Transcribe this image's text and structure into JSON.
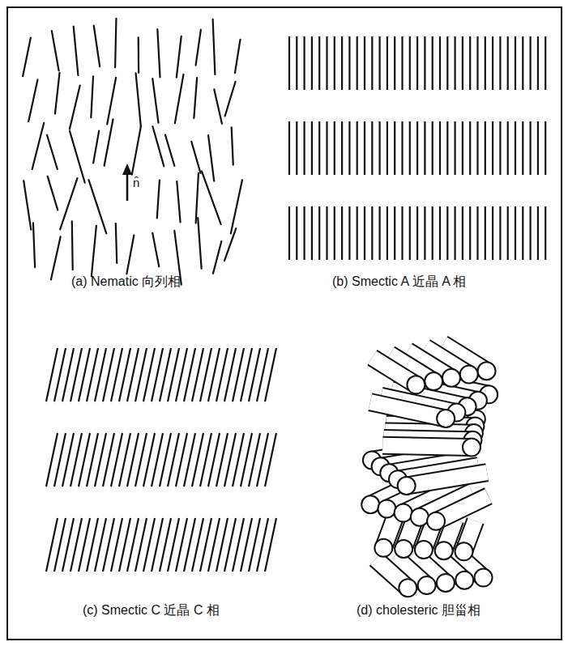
{
  "diagram": {
    "labels": [
      "n̂",
      "(a) Nematic 向列相",
      "(b) Smectic A 近晶 A 相",
      "(c) Smectic C 近晶 C 相",
      "(d) cholesteric 胆甾相"
    ]
  }
}
